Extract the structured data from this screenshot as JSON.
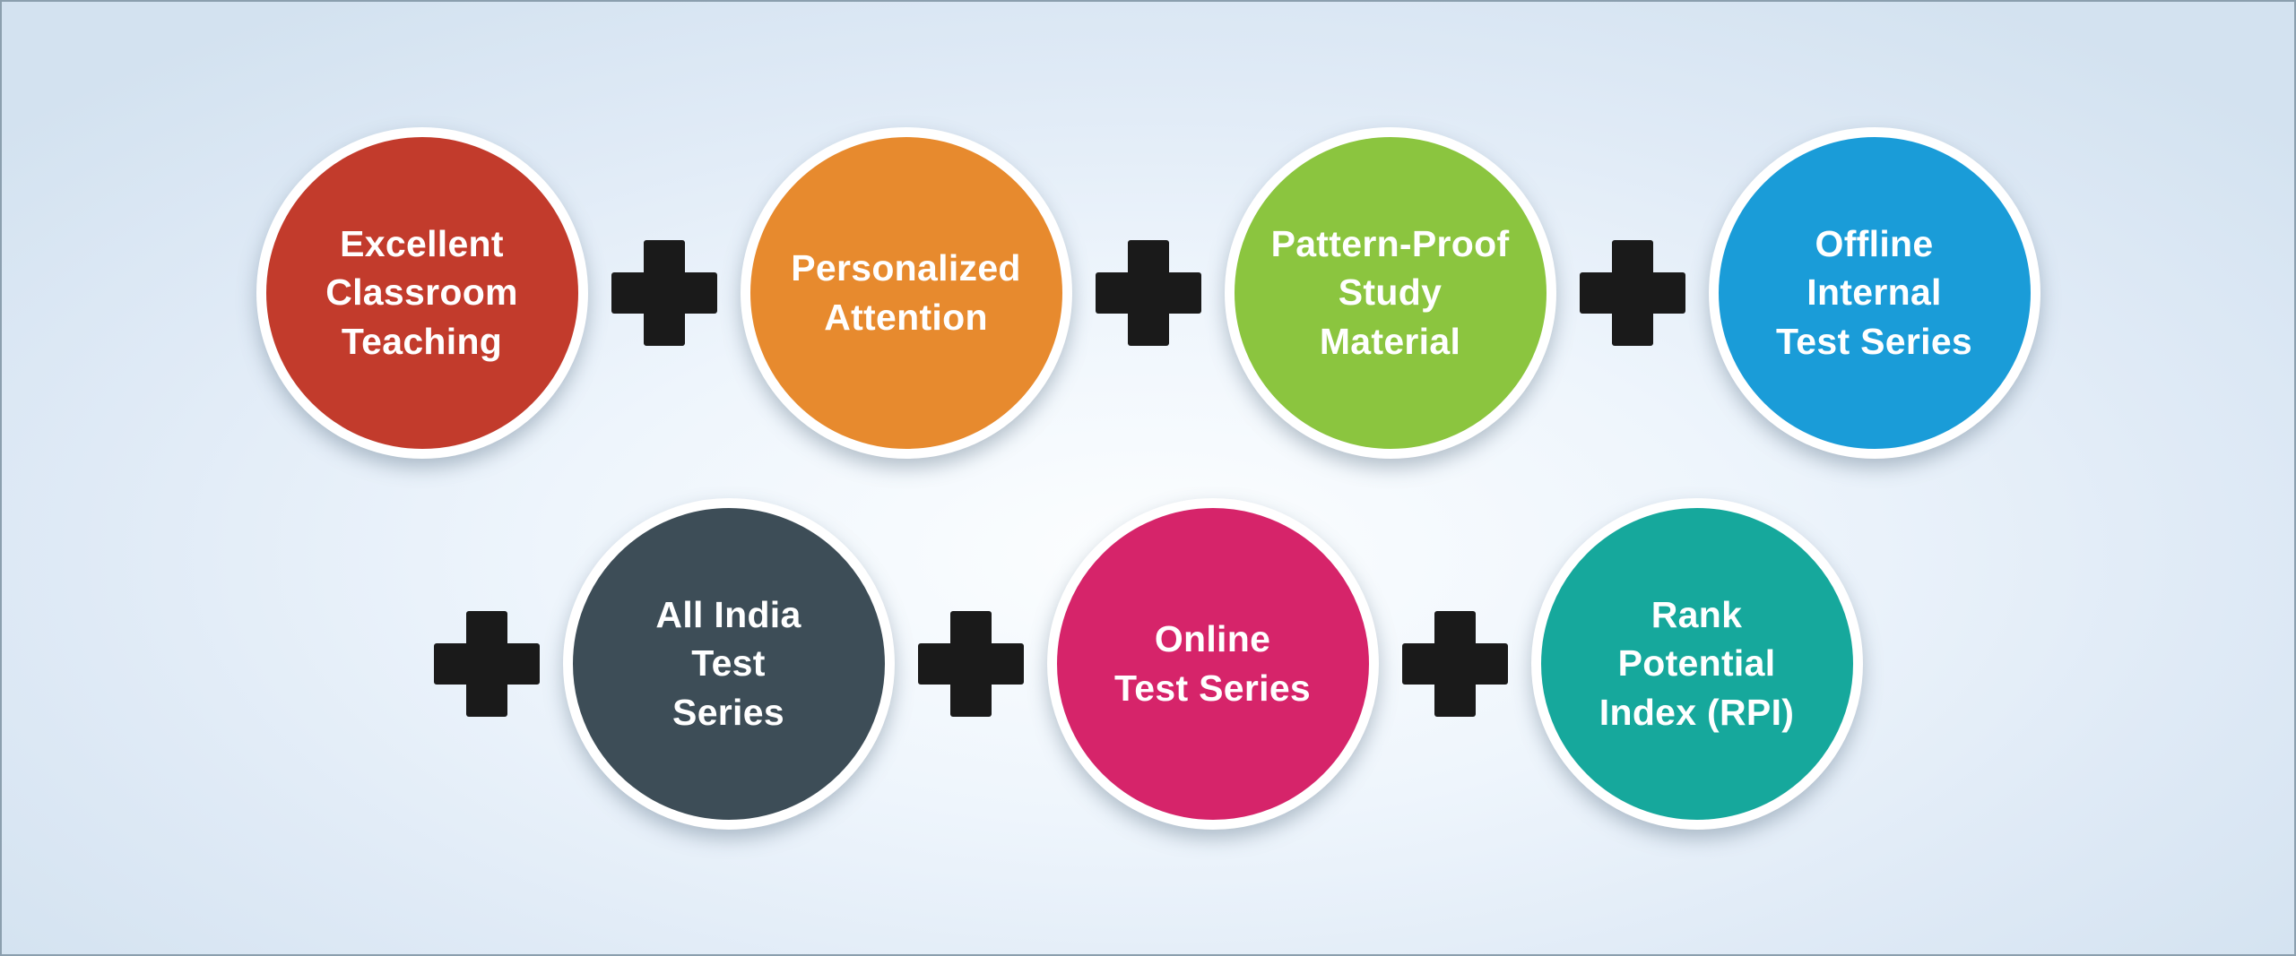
{
  "diagram": {
    "title_hint": "program-features-sum",
    "background": {
      "edge_color": "#d3e2f0",
      "center_color": "#fcfeff",
      "border_color": "#8b9fae"
    },
    "plus_color": "#1a1a1a",
    "text_color": "#ffffff",
    "rows": [
      {
        "items": [
          {
            "label": "Excellent\nClassroom\nTeaching",
            "color": "#c23b2c"
          },
          {
            "label": "Personalized\nAttention",
            "color": "#e78a2e"
          },
          {
            "label": "Pattern-Proof\nStudy\nMaterial",
            "color": "#8bc53f"
          },
          {
            "label": "Offline\nInternal\nTest Series",
            "color": "#1a9cd8"
          }
        ]
      },
      {
        "items": [
          {
            "label": "All India\nTest\nSeries",
            "color": "#3d4d57"
          },
          {
            "label": "Online\nTest Series",
            "color": "#d6246a"
          },
          {
            "label": "Rank\nPotential\nIndex (RPI)",
            "color": "#16a89c"
          }
        ]
      }
    ]
  }
}
